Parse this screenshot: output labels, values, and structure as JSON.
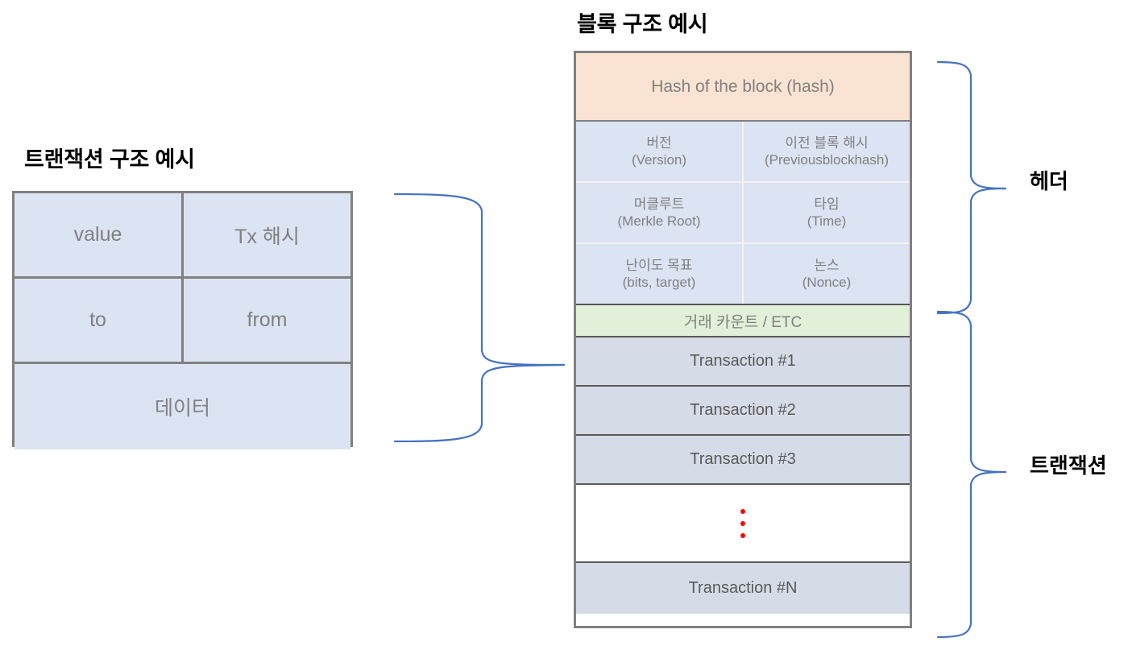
{
  "diagram": {
    "tx_structure": {
      "title": "트랜잭션 구조 예시",
      "rows": [
        {
          "cells": [
            "value",
            "Tx 해시"
          ]
        },
        {
          "cells": [
            "to",
            "from"
          ]
        },
        {
          "cells": [
            "데이터"
          ]
        }
      ]
    },
    "block_structure": {
      "title": "블록 구조 예시",
      "hash_row": "Hash of the block (hash)",
      "header_fields": [
        {
          "ko": "버전",
          "en": "(Version)"
        },
        {
          "ko": "이전 블록 해시",
          "en": "(Previousblockhash)"
        },
        {
          "ko": "머클루트",
          "en": "(Merkle Root)"
        },
        {
          "ko": "타임",
          "en": "(Time)"
        },
        {
          "ko": "난이도 목표",
          "en": "(bits, target)"
        },
        {
          "ko": "논스",
          "en": "(Nonce)"
        }
      ],
      "count_row": "거래 카운트 / ETC",
      "transactions": [
        "Transaction #1",
        "Transaction #2",
        "Transaction #3"
      ],
      "ellipsis_marker": "⋮",
      "last_transaction": "Transaction #N"
    },
    "brace_labels": {
      "header": "헤더",
      "transaction": "트랜잭션"
    },
    "colors": {
      "hash_row_bg": "#FAE3D2",
      "header_bg": "#DCE3F2",
      "count_row_bg": "#E2EFD9",
      "transaction_bg": "#D6DCE7",
      "border": "#808080",
      "divider_dark": "#595959",
      "text_gray": "#808080",
      "brace_blue": "#4472C4",
      "ellipsis_dot": "#FF0000"
    }
  }
}
